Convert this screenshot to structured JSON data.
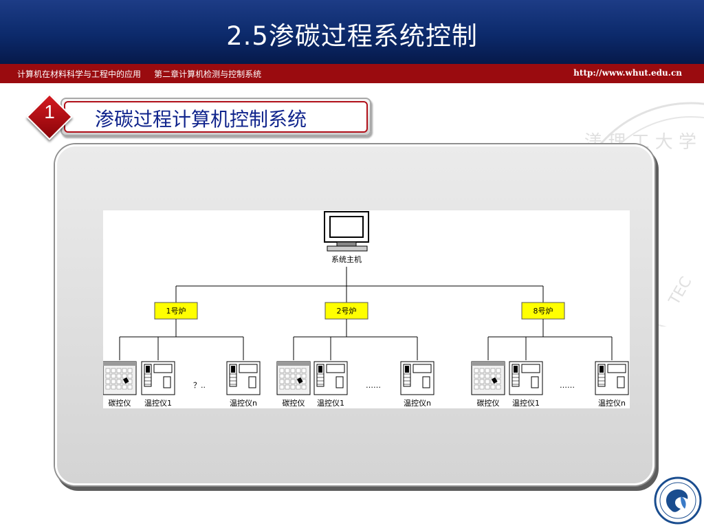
{
  "header": {
    "title": "2.5渗碳过程系统控制"
  },
  "footer_bar": {
    "course": "计算机在材料科学与工程中的应用",
    "chapter": "第二章计算机检测与控制系统",
    "url": "http://www.whut.edu.cn"
  },
  "section": {
    "number": "1",
    "title": "渗碳过程计算机控制系统"
  },
  "diagram": {
    "host": {
      "label": "系统主机"
    },
    "furnaces": [
      {
        "label": "1号炉",
        "children": [
          "碳控仪",
          "温控仪1",
          "？..",
          "温控仪n"
        ]
      },
      {
        "label": "2号炉",
        "children": [
          "碳控仪",
          "温控仪1",
          "……",
          "温控仪n"
        ]
      },
      {
        "label": "8号炉",
        "children": [
          "碳控仪",
          "温控仪1",
          "……",
          "温控仪n"
        ]
      }
    ]
  },
  "colors": {
    "header": "#0c2a6b",
    "bar": "#9a0b0f",
    "furnace_box": "#ffff00",
    "accent": "#b00f18"
  },
  "logo": {
    "text": "武汉理工大学 WUHAN UNIVERSITY OF TECHNOLOGY"
  }
}
